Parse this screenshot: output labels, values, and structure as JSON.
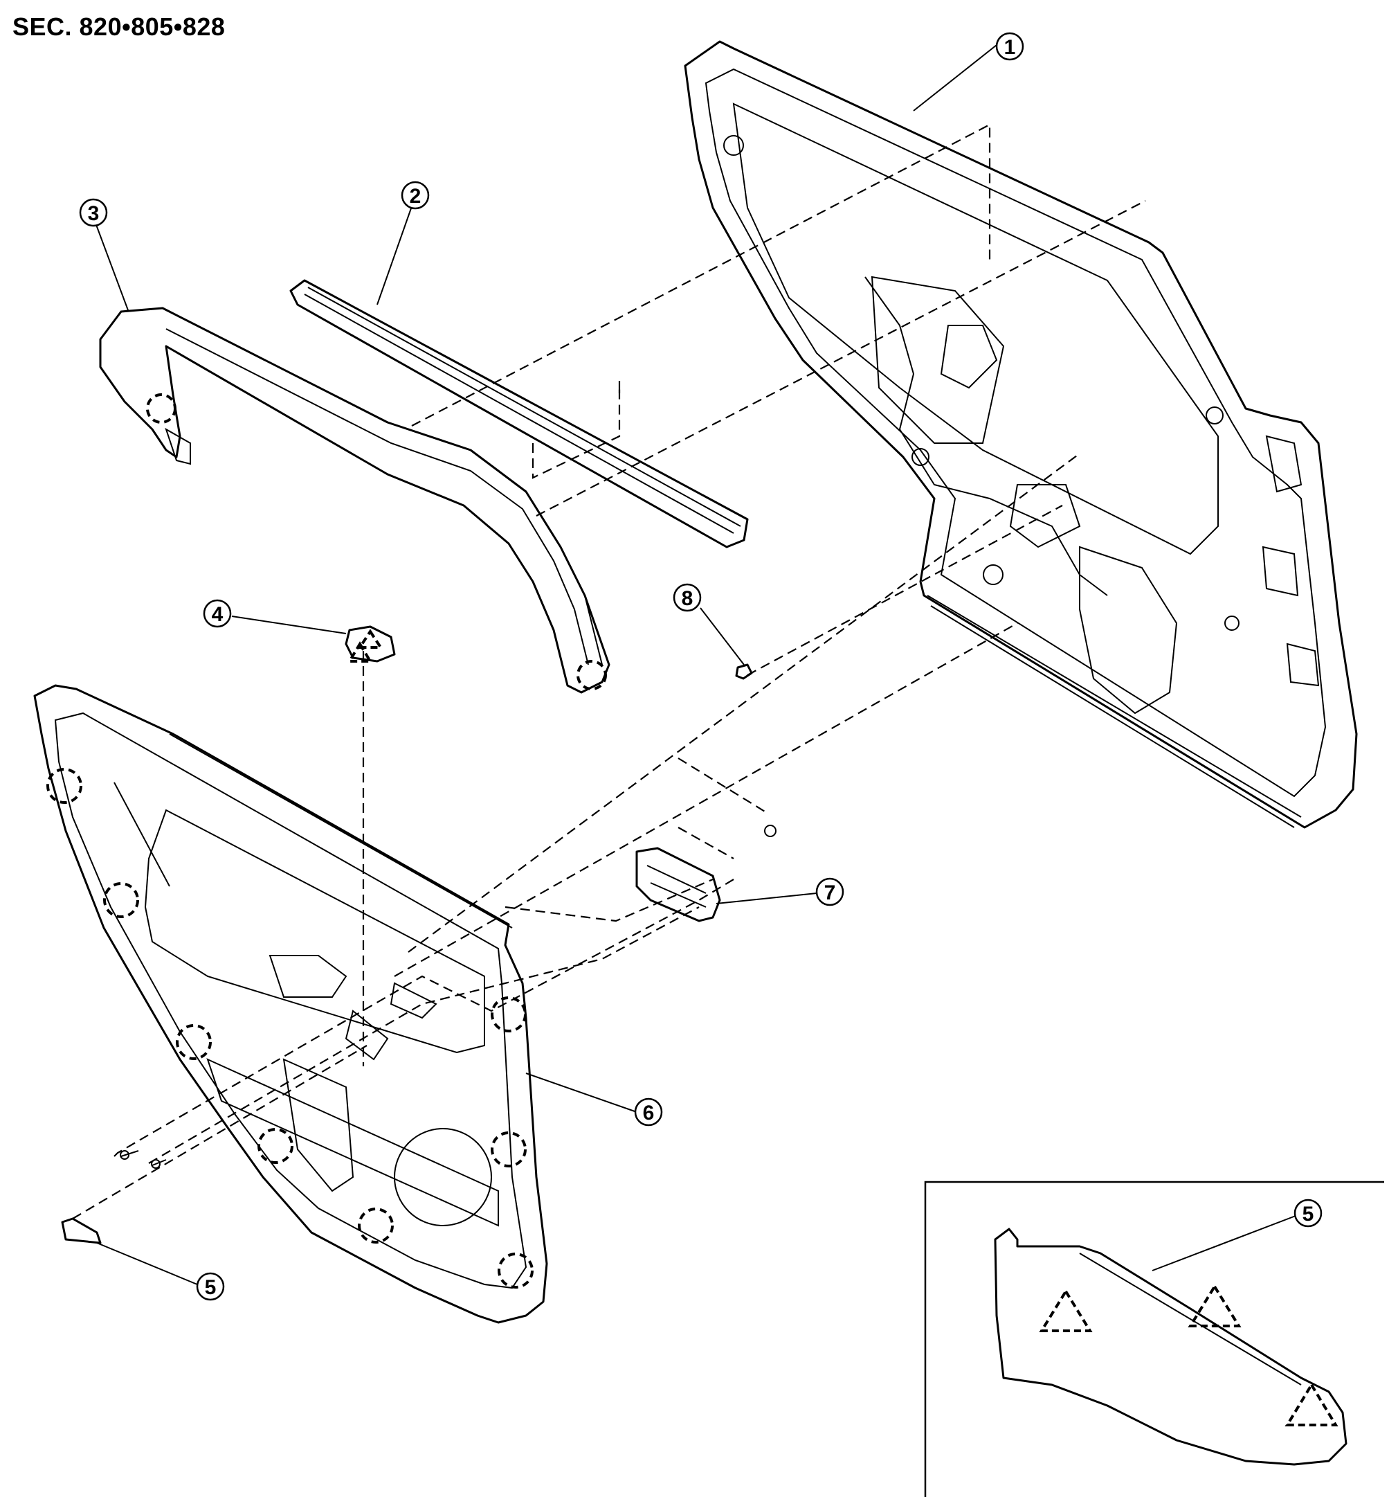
{
  "section_label": "SEC. 820•805•828",
  "callouts": [
    {
      "id": "1",
      "label": "1"
    },
    {
      "id": "2",
      "label": "2"
    },
    {
      "id": "3",
      "label": "3"
    },
    {
      "id": "4",
      "label": "4"
    },
    {
      "id": "5",
      "label": "5"
    },
    {
      "id": "6",
      "label": "6"
    },
    {
      "id": "7",
      "label": "7"
    },
    {
      "id": "8",
      "label": "8"
    },
    {
      "id": "5-detail",
      "label": "5"
    }
  ],
  "symbols": {
    "clip_marker": "dashed-circle",
    "pawl_marker": "dashed-triangle"
  }
}
